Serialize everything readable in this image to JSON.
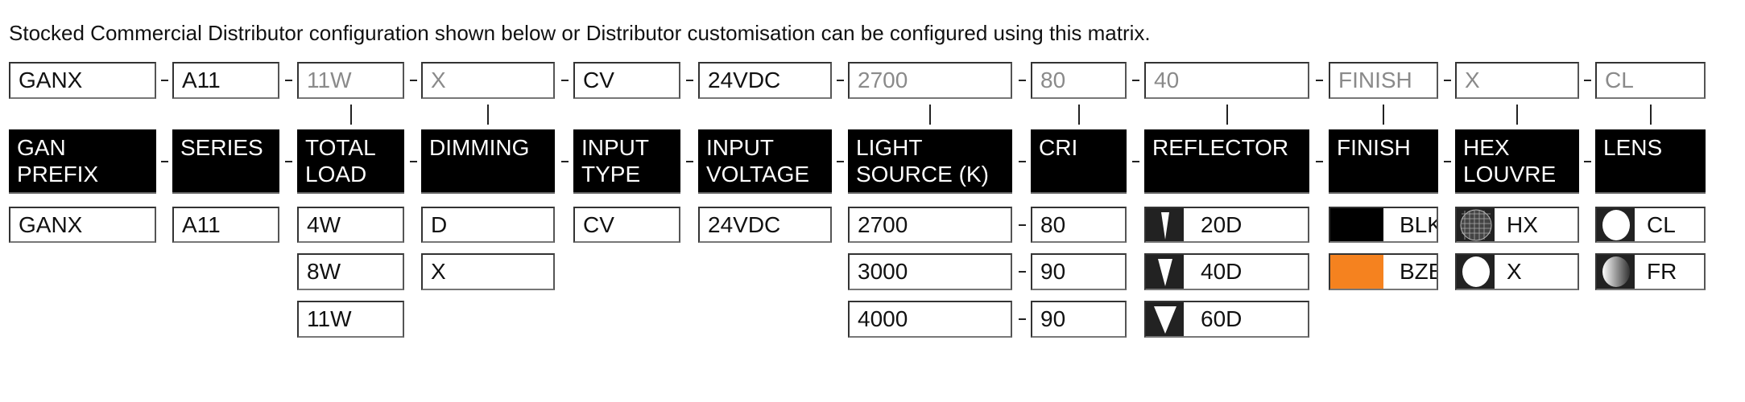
{
  "title": "Stocked Commercial Distributor configuration shown below or Distributor customisation can be configured using this matrix.",
  "top_row": [
    {
      "value": "GANX",
      "muted": false
    },
    {
      "value": "A11",
      "muted": false
    },
    {
      "value": "11W",
      "muted": true
    },
    {
      "value": "X",
      "muted": true
    },
    {
      "value": "CV",
      "muted": false
    },
    {
      "value": "24VDC",
      "muted": false
    },
    {
      "value": "2700",
      "muted": true
    },
    {
      "value": "80",
      "muted": true
    },
    {
      "value": "40",
      "muted": true
    },
    {
      "value": "FINISH",
      "muted": true
    },
    {
      "value": "X",
      "muted": true
    },
    {
      "value": "CL",
      "muted": true
    }
  ],
  "columns": [
    {
      "name": "gan-prefix",
      "header": [
        "GAN",
        "PREFIX"
      ],
      "options": [
        {
          "label": "GANX"
        }
      ]
    },
    {
      "name": "series",
      "header": [
        "SERIES"
      ],
      "options": [
        {
          "label": "A11"
        }
      ]
    },
    {
      "name": "total-load",
      "header": [
        "TOTAL",
        "LOAD"
      ],
      "options": [
        {
          "label": "4W"
        },
        {
          "label": "8W"
        },
        {
          "label": "11W"
        }
      ]
    },
    {
      "name": "dimming",
      "header": [
        "DIMMING"
      ],
      "options": [
        {
          "label": "D"
        },
        {
          "label": "X"
        }
      ]
    },
    {
      "name": "input-type",
      "header": [
        "INPUT",
        "TYPE"
      ],
      "options": [
        {
          "label": "CV"
        }
      ]
    },
    {
      "name": "input-voltage",
      "header": [
        "INPUT",
        "VOLTAGE"
      ],
      "options": [
        {
          "label": "24VDC"
        }
      ]
    },
    {
      "name": "light-source",
      "header": [
        "LIGHT",
        "SOURCE (K)"
      ],
      "options": [
        {
          "label": "2700"
        },
        {
          "label": "3000"
        },
        {
          "label": "4000"
        }
      ]
    },
    {
      "name": "cri",
      "header": [
        "CRI"
      ],
      "options": [
        {
          "label": "80"
        },
        {
          "label": "90"
        },
        {
          "label": "90"
        }
      ]
    },
    {
      "name": "reflector",
      "header": [
        "REFLECTOR"
      ],
      "options": [
        {
          "label": "20D",
          "icon": "cone-narrow-icon"
        },
        {
          "label": "40D",
          "icon": "cone-medium-icon"
        },
        {
          "label": "60D",
          "icon": "cone-wide-icon"
        }
      ]
    },
    {
      "name": "finish",
      "header": [
        "FINISH"
      ],
      "options": [
        {
          "label": "BLK",
          "icon": "swatch-icon",
          "color": "#000000"
        },
        {
          "label": "BZE",
          "icon": "swatch-icon",
          "color": "#F5821F"
        }
      ]
    },
    {
      "name": "hex-louvre",
      "header": [
        "HEX",
        "LOUVRE"
      ],
      "options": [
        {
          "label": "HX",
          "icon": "hex-louvre-icon"
        },
        {
          "label": "X",
          "icon": "no-louvre-icon"
        }
      ]
    },
    {
      "name": "lens",
      "header": [
        "LENS"
      ],
      "options": [
        {
          "label": "CL",
          "icon": "clear-lens-icon"
        },
        {
          "label": "FR",
          "icon": "frosted-lens-icon"
        }
      ]
    }
  ]
}
